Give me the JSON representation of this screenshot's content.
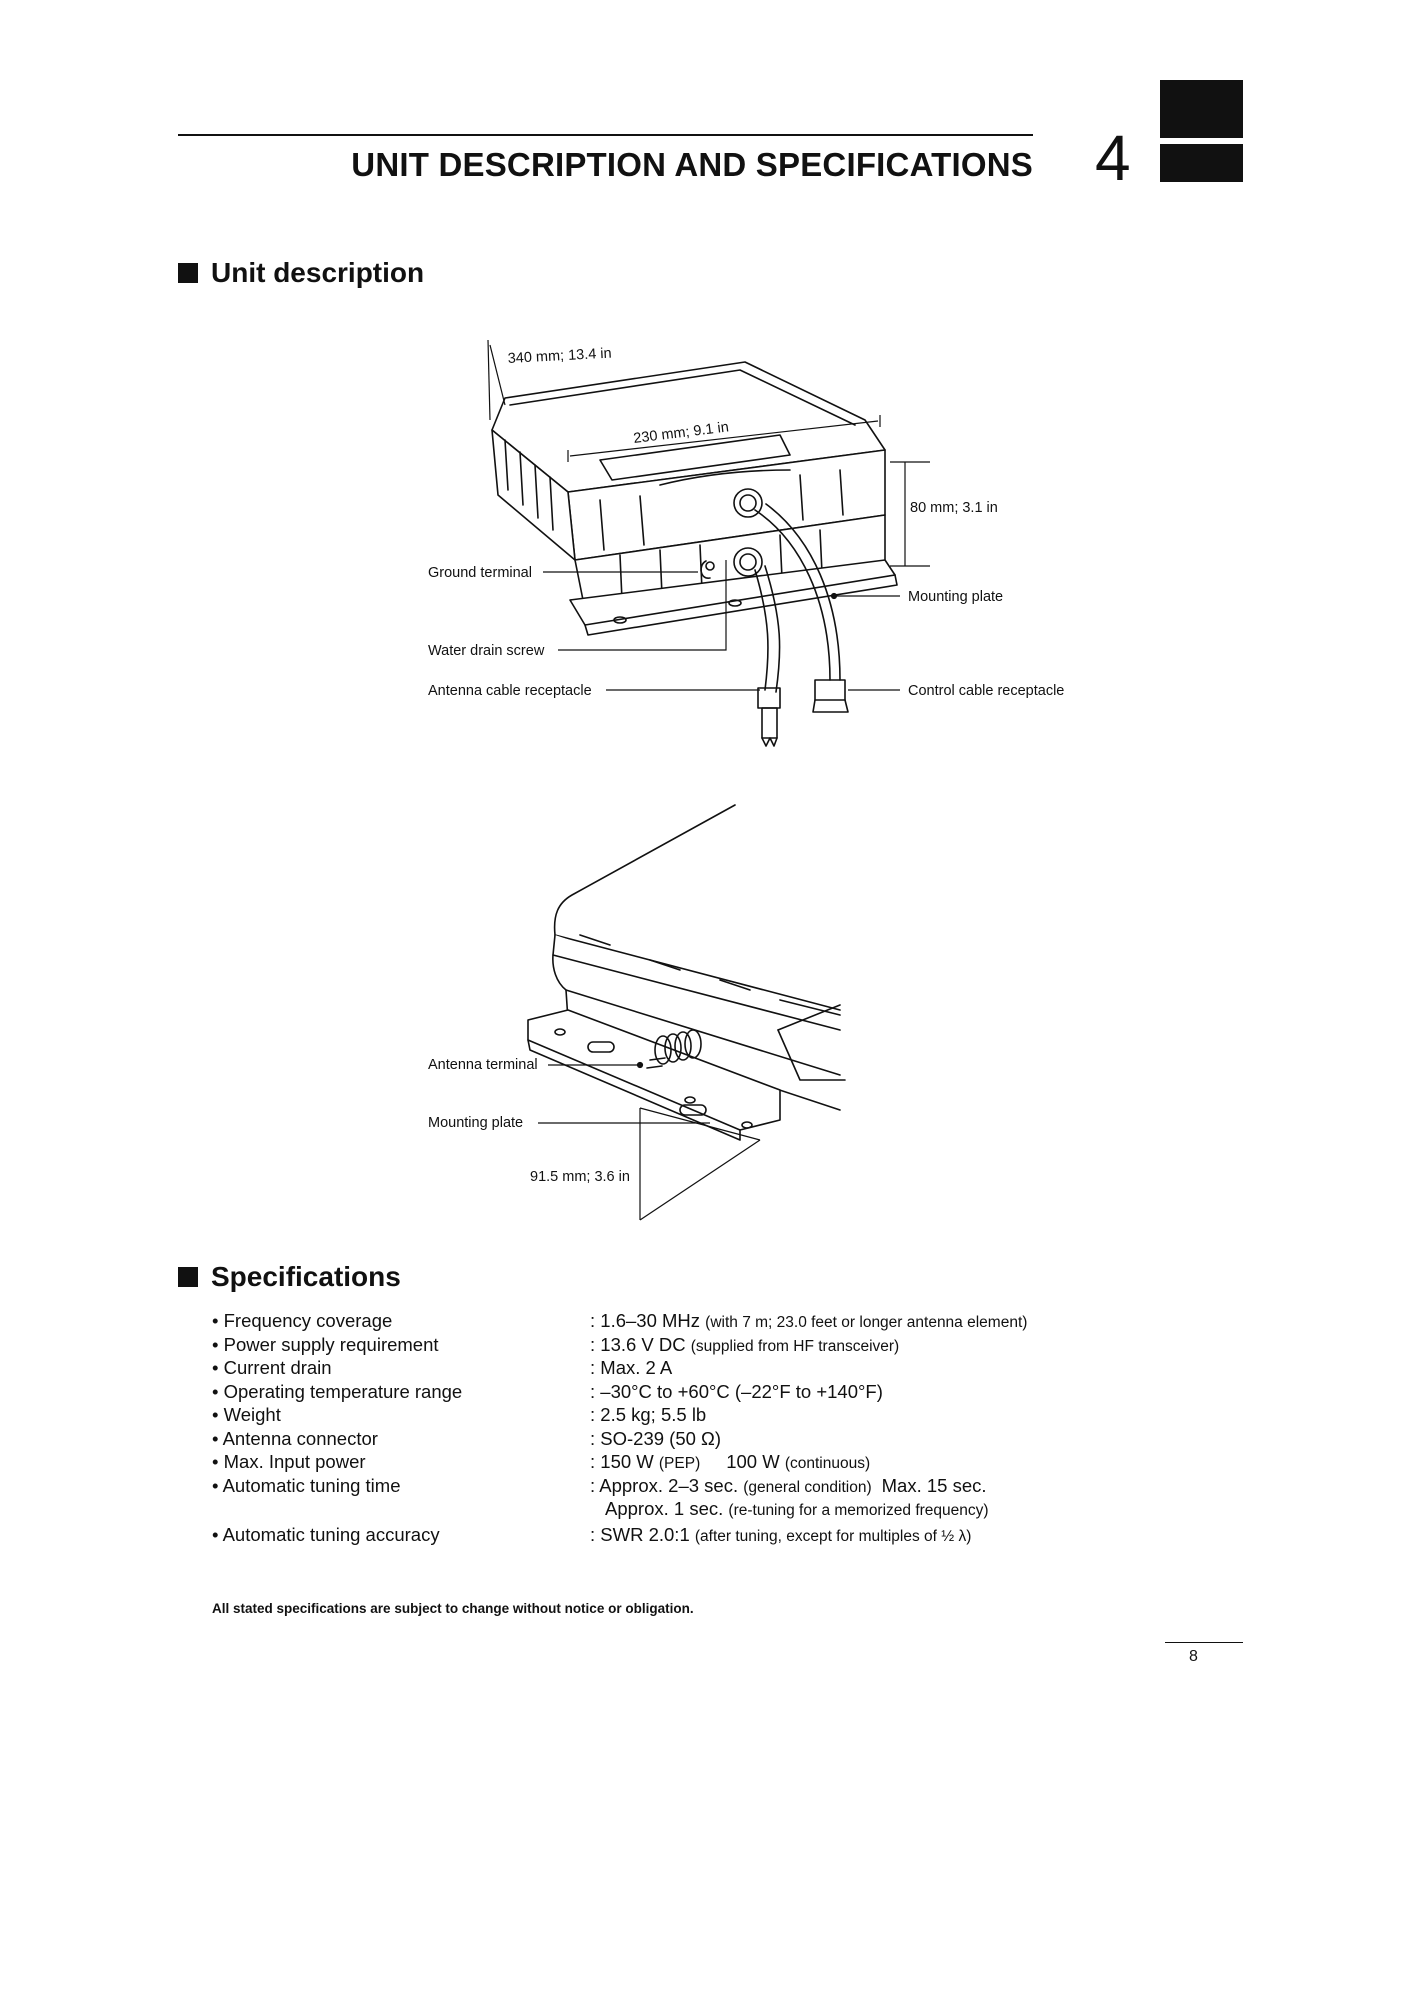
{
  "header": {
    "title": "UNIT DESCRIPTION AND SPECIFICATIONS",
    "chapter_number": "4"
  },
  "unit_description": {
    "heading": "Unit description",
    "top_view": {
      "dim_length": "340 mm; 13.4 in",
      "dim_width": "230 mm; 9.1 in",
      "dim_height": "80 mm; 3.1 in",
      "ground_terminal": "Ground terminal",
      "water_drain_screw": "Water drain screw",
      "antenna_cable_receptacle": "Antenna cable receptacle",
      "mounting_plate": "Mounting plate",
      "control_cable_receptacle": "Control cable receptacle"
    },
    "side_view": {
      "antenna_terminal": "Antenna terminal",
      "mounting_plate": "Mounting plate",
      "dim_offset": "91.5 mm; 3.6 in"
    }
  },
  "specifications": {
    "heading": "Specifications",
    "items": [
      {
        "label": "• Frequency coverage",
        "value": ": 1.6–30 MHz ",
        "note": "(with 7 m; 23.0 feet or longer antenna element)"
      },
      {
        "label": "• Power supply requirement",
        "value": ": 13.6 V DC ",
        "note": "(supplied from HF transceiver)"
      },
      {
        "label": "• Current drain",
        "value": ": Max. 2 A",
        "note": ""
      },
      {
        "label": "• Operating temperature range",
        "value": ": –30°C to +60°C (–22°F to +140°F)",
        "note": ""
      },
      {
        "label": "• Weight",
        "value": ": 2.5 kg; 5.5 lb",
        "note": ""
      },
      {
        "label": "• Antenna connector",
        "value": ": SO-239 (50 Ω)",
        "note": ""
      },
      {
        "label": "• Max. Input power",
        "value": ": 150 W ",
        "note": "(PEP)",
        "value2": "100 W ",
        "note2": "(continuous)"
      },
      {
        "label": "• Automatic tuning time",
        "value": ": Approx. 2–3 sec. ",
        "note": "(general condition)",
        "value2": "Max. 15 sec."
      },
      {
        "label": "",
        "value": "Approx. 1 sec. ",
        "note": "(re-tuning for a memorized frequency)"
      },
      {
        "label": "• Automatic tuning accuracy",
        "value": ": SWR 2.0:1 ",
        "note": "(after tuning, except for multiples of ½ λ)"
      }
    ],
    "disclaimer": "All stated specifications are subject to change without notice or obligation."
  },
  "footer": {
    "page_number": "8"
  }
}
